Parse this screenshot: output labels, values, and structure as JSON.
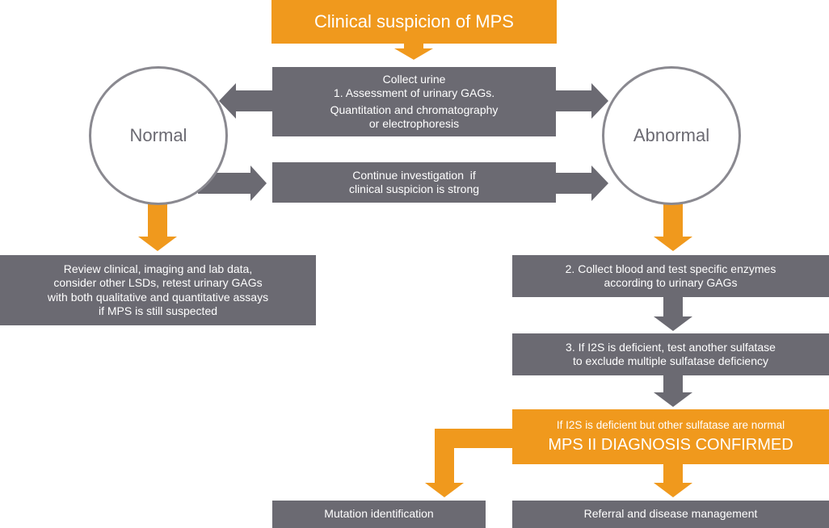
{
  "title": "Clinical suspicion of MPS",
  "collect_urine": {
    "lines": [
      "Collect urine",
      "1. Assessment of urinary GAGs.",
      "Quantitation and chromatography",
      "or electrophoresis"
    ]
  },
  "normal_label": "Normal",
  "abnormal_label": "Abnormal",
  "continue_investigation": {
    "lines": [
      "Continue investigation  if",
      "clinical suspicion is strong"
    ]
  },
  "review": {
    "lines": [
      "Review clinical, imaging and lab data,",
      "consider other LSDs, retest urinary GAGs",
      "with both qualitative and quantitative assays",
      "if MPS is still suspected"
    ]
  },
  "collect_blood": {
    "lines": [
      "2. Collect blood and test specific enzymes",
      "according to urinary GAGs"
    ]
  },
  "sulfatase_test": {
    "lines": [
      "3. If I2S is deficient, test another sulfatase",
      "to exclude multiple sulfatase deficiency"
    ]
  },
  "diagnosis": {
    "condition": "If I2S is deficient but other sulfatase are normal",
    "headline": "MPS II DIAGNOSIS CONFIRMED"
  },
  "mutation": "Mutation identification",
  "referral": "Referral and disease management",
  "colors": {
    "orange": "#f0991d",
    "gray": "#6b6a72",
    "circle_border": "#8a8990"
  }
}
